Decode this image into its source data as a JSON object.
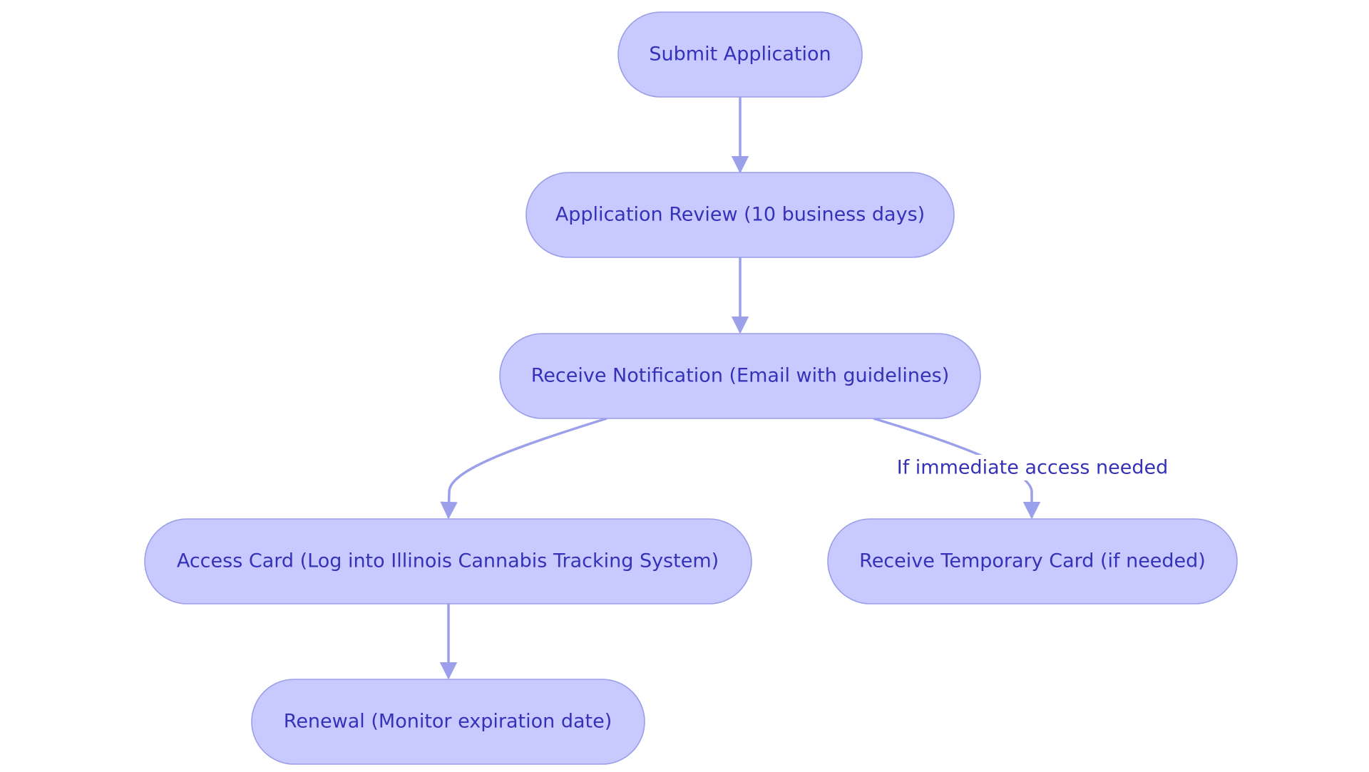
{
  "diagram": {
    "nodes": {
      "submit": "Submit Application",
      "review": "Application Review (10 business days)",
      "notify": "Receive Notification (Email with guidelines)",
      "access": "Access Card (Log into Illinois Cannabis Tracking System)",
      "temporary": "Receive Temporary Card (if needed)",
      "renewal": "Renewal (Monitor expiration date)"
    },
    "edges": [
      {
        "from": "Submit Application",
        "to": "Application Review (10 business days)",
        "label": ""
      },
      {
        "from": "Application Review (10 business days)",
        "to": "Receive Notification (Email with guidelines)",
        "label": ""
      },
      {
        "from": "Receive Notification (Email with guidelines)",
        "to": "Access Card (Log into Illinois Cannabis Tracking System)",
        "label": ""
      },
      {
        "from": "Receive Notification (Email with guidelines)",
        "to": "Receive Temporary Card (if needed)",
        "label": "If immediate access needed"
      },
      {
        "from": "Access Card (Log into Illinois Cannabis Tracking System)",
        "to": "Renewal (Monitor expiration date)",
        "label": ""
      }
    ],
    "edge_label_temporary": "If immediate access needed",
    "colors": {
      "node_fill": "#c8caff",
      "node_stroke": "#9a9ee8",
      "edge": "#9ca0ea",
      "text": "#3532b8",
      "background": "#ffffff"
    }
  }
}
